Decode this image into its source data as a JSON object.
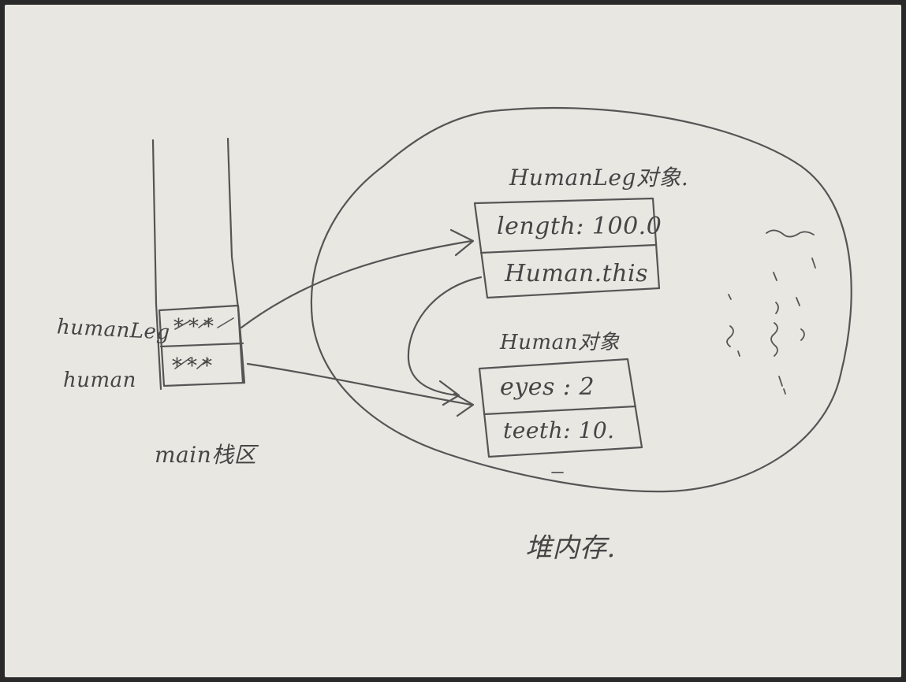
{
  "stack": {
    "var_human_leg": "humanLeg",
    "var_human": "human",
    "cell_human_leg": "***",
    "cell_human": "***",
    "label": "main栈区"
  },
  "heap": {
    "label": "堆内存.",
    "human_leg_object": {
      "title": "HumanLeg对象.",
      "fields": [
        "length: 100.0",
        "Human.this"
      ]
    },
    "human_object": {
      "title": "Human对象",
      "fields": [
        "eyes : 2",
        "teeth: 10."
      ]
    }
  },
  "colors": {
    "paper": "#e9e7e2",
    "ink": "#4a4a4a",
    "frame": "#2a2a2a"
  }
}
